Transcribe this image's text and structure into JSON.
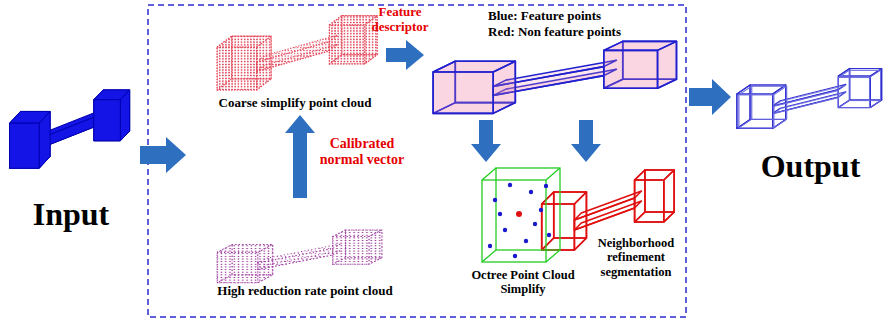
{
  "diagram": {
    "nodes": [
      {
        "text": [
          "Input"
        ]
      },
      {
        "text": [
          "Coarse simplify point cloud"
        ]
      },
      {
        "text": [
          "High reduction rate point cloud"
        ]
      },
      {
        "text": [
          "Blue: Feature points",
          "Red: Non feature points"
        ]
      },
      {
        "text": [
          "Octree Point Cloud Simplify"
        ]
      },
      {
        "text": [
          "Neighborhood refinement segmentation"
        ]
      },
      {
        "text": [
          "Output"
        ]
      }
    ],
    "edges": [
      {
        "from": 2,
        "to": 1,
        "arrow": "to",
        "label": "Calibrated normal vector"
      },
      {
        "from": 1,
        "to": 3,
        "arrow": "to",
        "label": "Feature descriptor"
      },
      {
        "from": 3,
        "to": 4,
        "arrow": "to"
      },
      {
        "from": 3,
        "to": 5,
        "arrow": "to"
      }
    ]
  }
}
